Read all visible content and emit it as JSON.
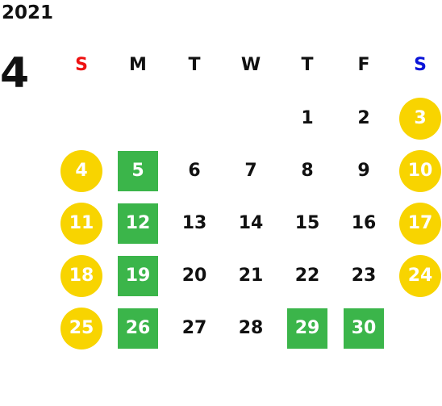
{
  "calendar": {
    "year": "2021",
    "month": "4",
    "weekdays": [
      {
        "label": "S",
        "color": "#ee1111"
      },
      {
        "label": "M",
        "color": "#111111"
      },
      {
        "label": "T",
        "color": "#111111"
      },
      {
        "label": "W",
        "color": "#111111"
      },
      {
        "label": "T",
        "color": "#111111"
      },
      {
        "label": "F",
        "color": "#111111"
      },
      {
        "label": "S",
        "color": "#0a14d8"
      }
    ],
    "colors": {
      "weekend_circle": "#f8d400",
      "highlight_square": "#3bb54a",
      "text": "#111111"
    },
    "weeks": [
      [
        null,
        null,
        null,
        null,
        {
          "day": "1"
        },
        {
          "day": "2"
        },
        {
          "day": "3",
          "style": "circle"
        }
      ],
      [
        {
          "day": "4",
          "style": "circle"
        },
        {
          "day": "5",
          "style": "square"
        },
        {
          "day": "6"
        },
        {
          "day": "7"
        },
        {
          "day": "8"
        },
        {
          "day": "9"
        },
        {
          "day": "10",
          "style": "circle"
        }
      ],
      [
        {
          "day": "11",
          "style": "circle"
        },
        {
          "day": "12",
          "style": "square"
        },
        {
          "day": "13"
        },
        {
          "day": "14"
        },
        {
          "day": "15"
        },
        {
          "day": "16"
        },
        {
          "day": "17",
          "style": "circle"
        }
      ],
      [
        {
          "day": "18",
          "style": "circle"
        },
        {
          "day": "19",
          "style": "square"
        },
        {
          "day": "20"
        },
        {
          "day": "21"
        },
        {
          "day": "22"
        },
        {
          "day": "23"
        },
        {
          "day": "24",
          "style": "circle"
        }
      ],
      [
        {
          "day": "25",
          "style": "circle"
        },
        {
          "day": "26",
          "style": "square"
        },
        {
          "day": "27"
        },
        {
          "day": "28"
        },
        {
          "day": "29",
          "style": "square"
        },
        {
          "day": "30",
          "style": "square"
        },
        null
      ]
    ]
  }
}
